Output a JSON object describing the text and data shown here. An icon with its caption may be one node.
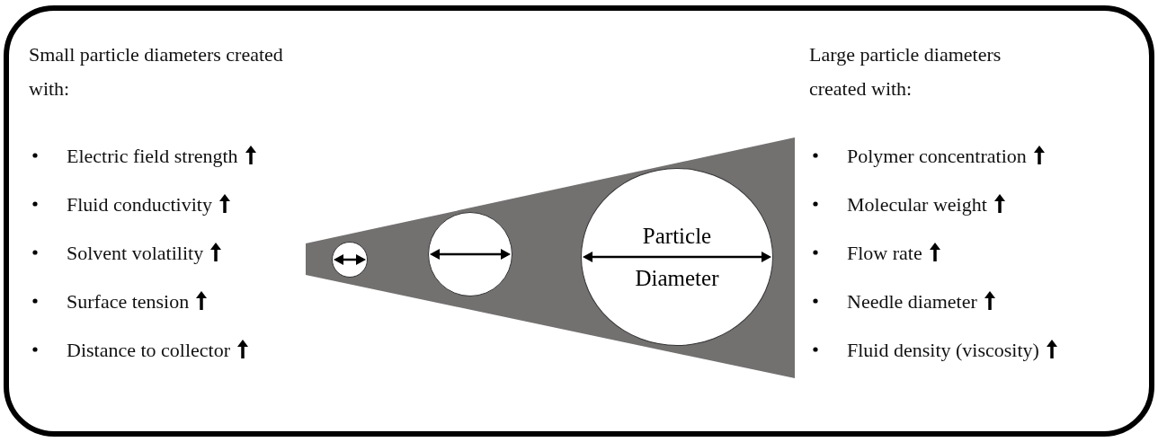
{
  "diagram": {
    "nodes": [
      {
        "text": [],
        "shape": "box"
      },
      {
        "text": [],
        "shape": "trapezoid",
        "in": 0
      },
      {
        "text": [],
        "shape": "circle",
        "in": 1
      },
      {
        "text": [],
        "shape": "circle",
        "in": 1
      },
      {
        "text": [
          "Particle",
          "Diameter"
        ],
        "in": 1
      }
    ],
    "labels": [
      "Small particle diameters created with:",
      "Electric field strength",
      "Fluid conductivity",
      "Solvent volatility",
      "Surface tension",
      "Distance to collector",
      "Large particle diameters created with:",
      "Polymer concentration",
      "Molecular weight",
      "Flow rate",
      "Needle diameter",
      "Fluid density (viscosity)"
    ]
  }
}
